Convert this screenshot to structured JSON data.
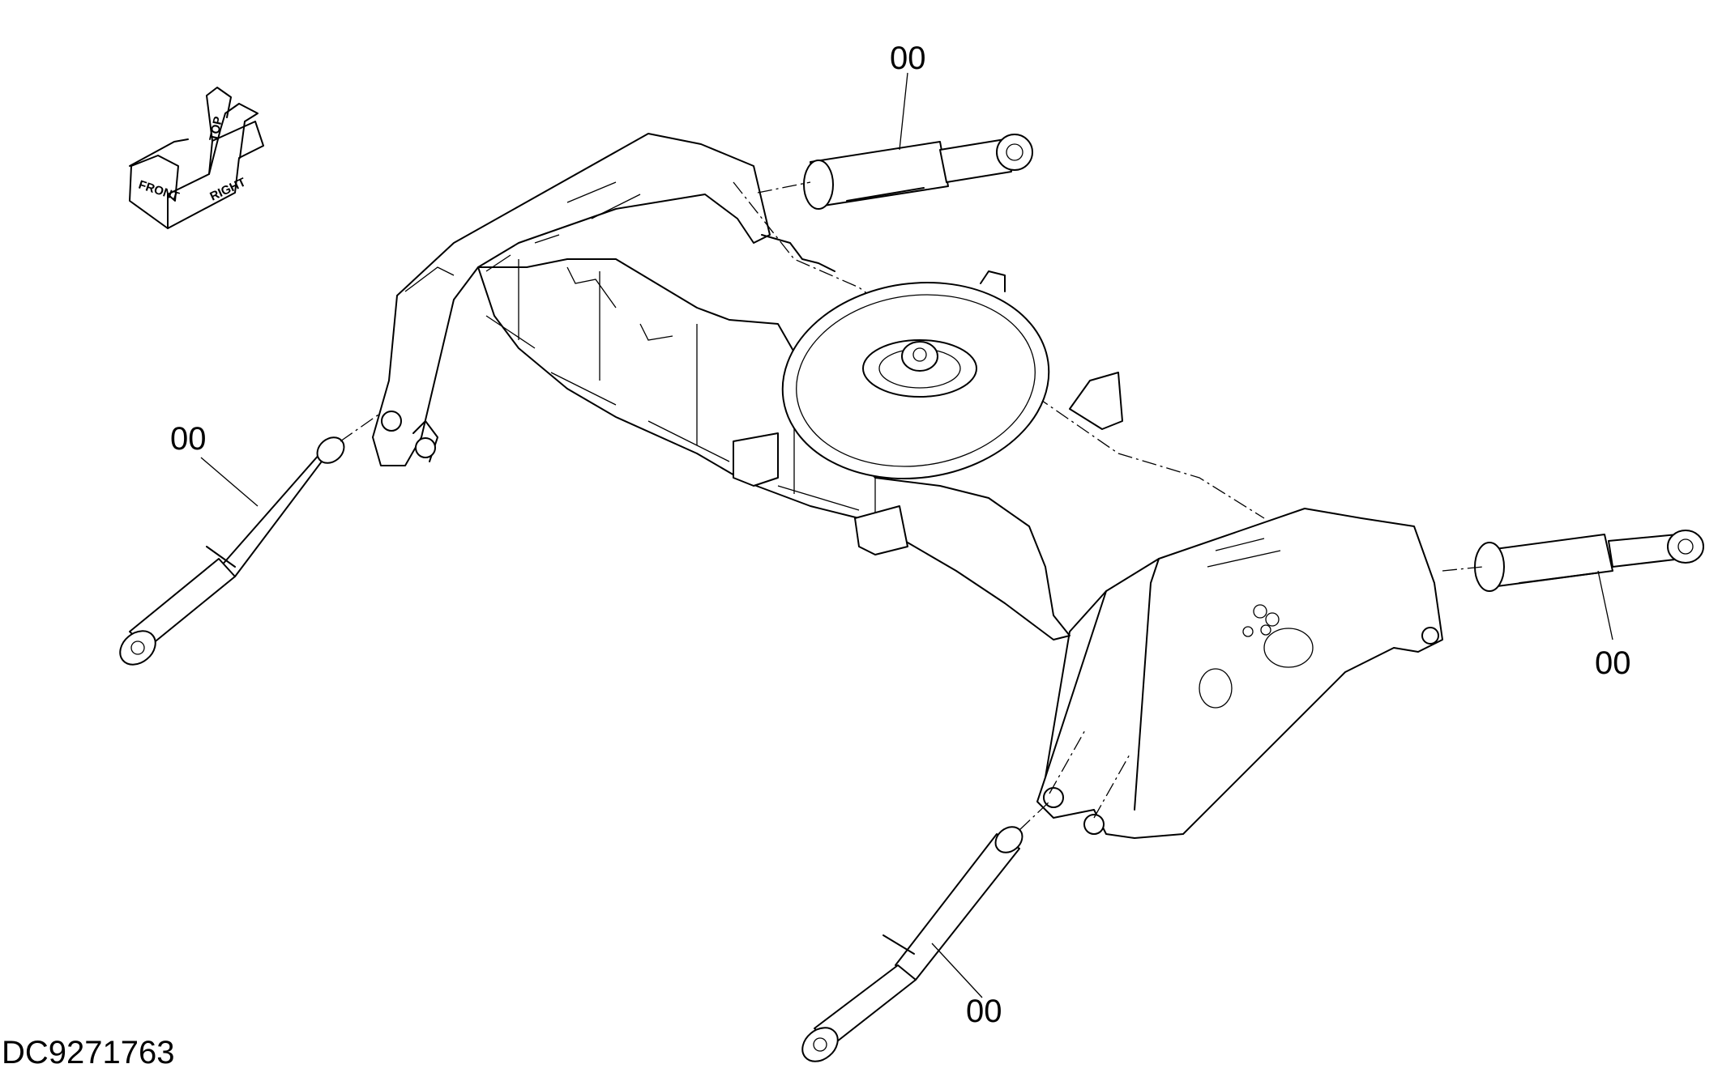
{
  "orientation": {
    "front_label": "FRONT",
    "top_label": "TOP",
    "right_label": "RIGHT"
  },
  "callouts": {
    "top_right_cylinder": "00",
    "left_cylinder": "00",
    "right_cylinder": "00",
    "bottom_cylinder": "00"
  },
  "drawing_id": "DC9271763"
}
